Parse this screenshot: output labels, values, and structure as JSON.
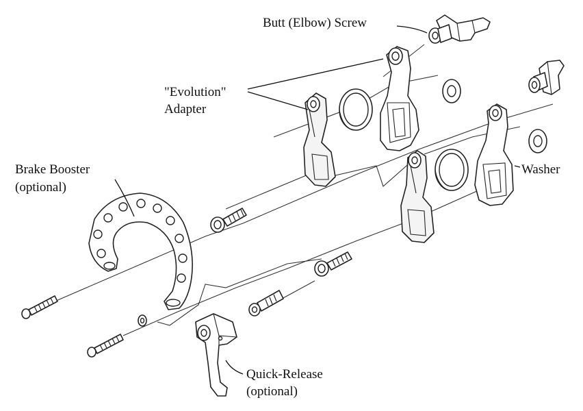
{
  "labels": {
    "butt_screw": "Butt (Elbow) Screw",
    "evolution_line1": "\"Evolution\"",
    "evolution_line2": "Adapter",
    "brake_booster_line1": "Brake Booster",
    "brake_booster_line2": "(optional)",
    "washer": "Washer",
    "quick_release_line1": "Quick-Release",
    "quick_release_line2": "(optional)"
  }
}
